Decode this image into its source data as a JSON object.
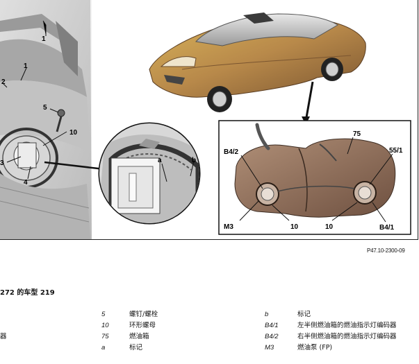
{
  "figure": {
    "reference": "P47.10-2300-09",
    "left_callouts": [
      "1",
      "1",
      "2",
      "5",
      "10",
      "3",
      "4"
    ],
    "detail_callouts": [
      "a",
      "b"
    ],
    "tank_callouts": [
      "75",
      "B4/2",
      "55/1",
      "M3",
      "10",
      "10",
      "B4/1"
    ]
  },
  "section_title": "272 的车型 219",
  "legend": {
    "col2": [
      {
        "code": "5",
        "desc": "螺钉/螺栓"
      },
      {
        "code": "10",
        "desc": "环形螺母"
      },
      {
        "code": "75",
        "desc": "燃油箱"
      },
      {
        "code": "a",
        "desc": "标记"
      }
    ],
    "col3": [
      {
        "code": "b",
        "desc": "标记"
      },
      {
        "code": "B4/1",
        "desc": "左半侧燃油箱的燃油指示灯编码器"
      },
      {
        "code": "B4/2",
        "desc": "右半侧燃油箱的燃油指示灯编码器"
      },
      {
        "code": "M3",
        "desc": "燃油泵 (FP)"
      }
    ],
    "col1_fragment": "器"
  }
}
